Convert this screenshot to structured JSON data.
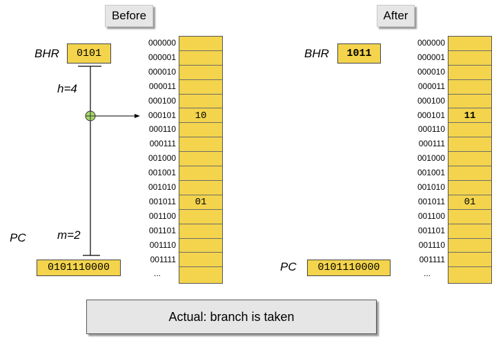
{
  "before": {
    "title": "Before",
    "bhr_label": "BHR",
    "bhr_value": "0101",
    "h_label": "h=4",
    "m_label": "m=2",
    "pc_label": "PC",
    "pc_value": "0101110000",
    "addresses": [
      "000000",
      "000001",
      "000010",
      "000011",
      "000100",
      "000101",
      "000110",
      "000111",
      "001000",
      "001001",
      "001010",
      "001011",
      "001100",
      "001101",
      "001110",
      "001111"
    ],
    "cells": [
      "",
      "",
      "",
      "",
      "",
      "10",
      "",
      "",
      "",
      "",
      "",
      "01",
      "",
      "",
      "",
      ""
    ],
    "ellipsis": "..."
  },
  "after": {
    "title": "After",
    "bhr_label": "BHR",
    "bhr_value": "1011",
    "pc_label": "PC",
    "pc_value": "0101110000",
    "addresses": [
      "000000",
      "000001",
      "000010",
      "000011",
      "000100",
      "000101",
      "000110",
      "000111",
      "001000",
      "001001",
      "001010",
      "001011",
      "001100",
      "001101",
      "001110",
      "001111"
    ],
    "cells": [
      "",
      "",
      "",
      "",
      "",
      "11",
      "",
      "",
      "",
      "",
      "",
      "01",
      "",
      "",
      "",
      ""
    ],
    "ellipsis": "..."
  },
  "actual_text": "Actual: branch is taken",
  "colors": {
    "cell_fill": "#f3d44c",
    "xor_fill": "#a8d86b",
    "tag_fill": "#e6e6e6"
  },
  "icons": {
    "xor": "circle-plus-icon",
    "arrow": "arrow-right-icon"
  }
}
